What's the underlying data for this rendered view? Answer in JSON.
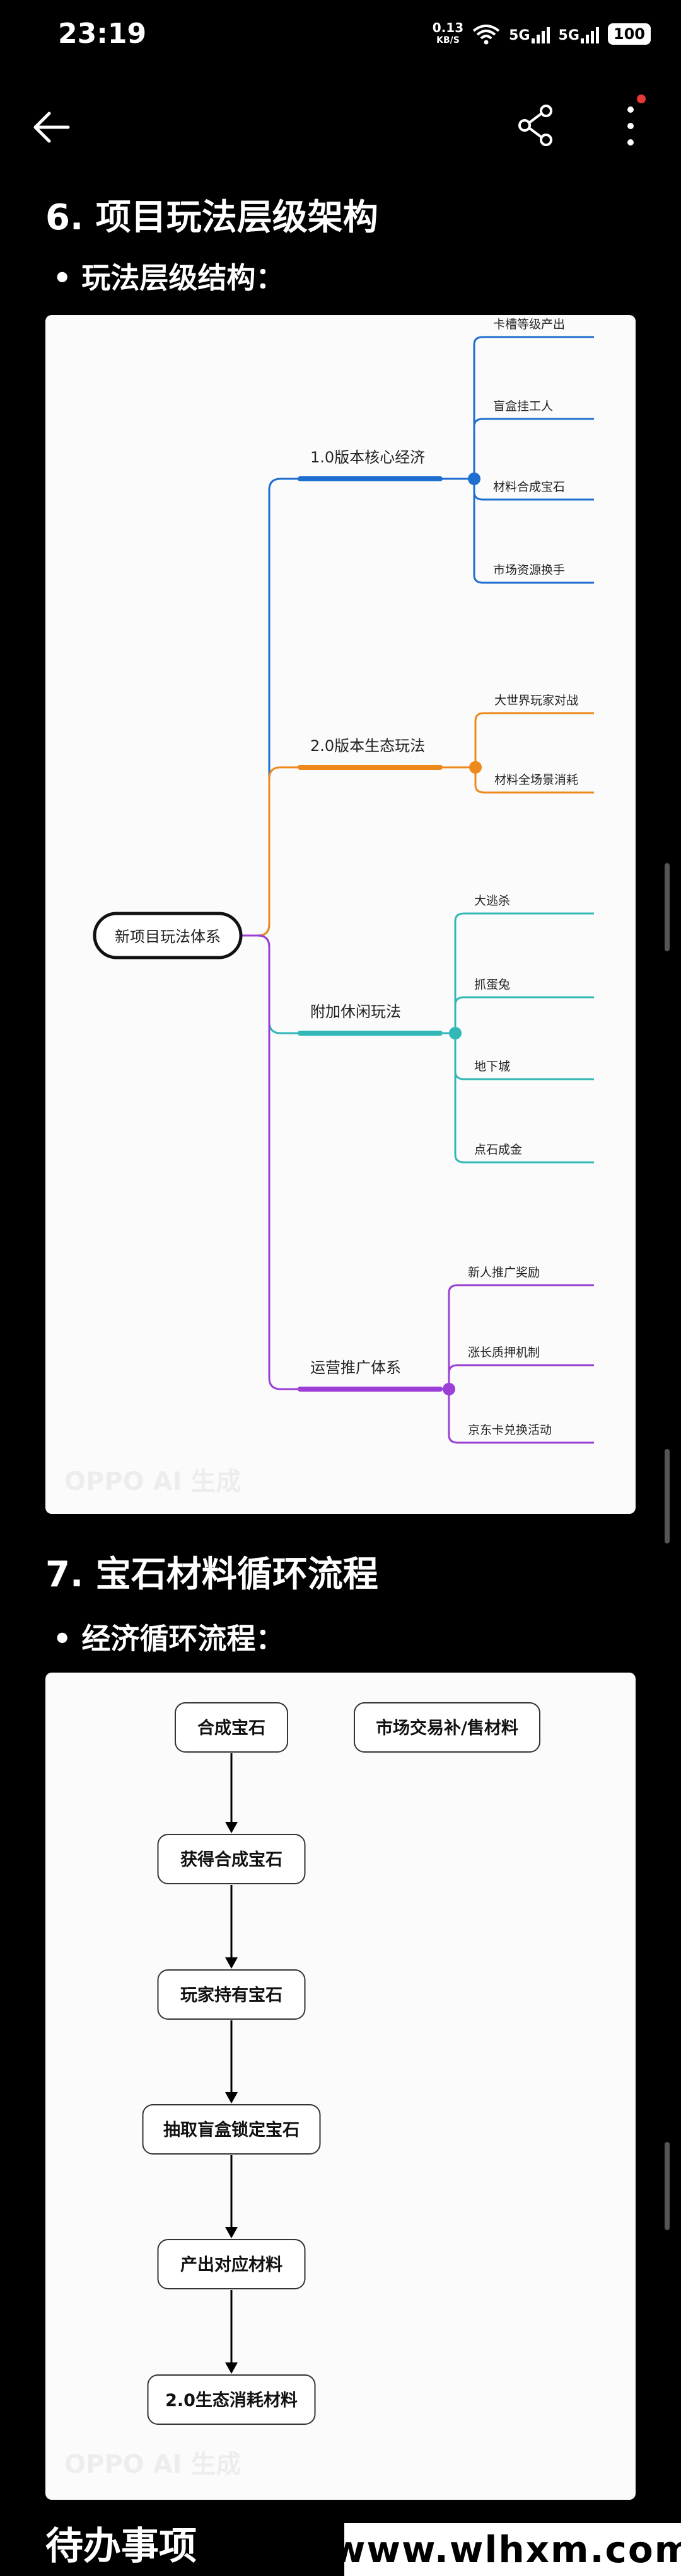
{
  "status_bar": {
    "time": "23:19",
    "net_speed_value": "0.13",
    "net_speed_unit": "KB/S",
    "sim1": "5G",
    "sim2": "5G",
    "battery": "100"
  },
  "sections": {
    "s6_title": "6. 项目玩法层级架构",
    "s6_subtitle": "• 玩法层级结构：",
    "s7_title": "7. 宝石材料循环流程",
    "s7_subtitle": "• 经济循环流程："
  },
  "mindmap": {
    "root": "新项目玩法体系",
    "branches": [
      {
        "label": "1.0版本核心经济",
        "color": "#1e6fd0",
        "leaves": [
          "卡槽等级产出",
          "盲盒挂工人",
          "材料合成宝石",
          "市场资源换手"
        ]
      },
      {
        "label": "2.0版本生态玩法",
        "color": "#ee8a1c",
        "leaves": [
          "大世界玩家对战",
          "材料全场景消耗"
        ]
      },
      {
        "label": "附加休闲玩法",
        "color": "#33b8b8",
        "leaves": [
          "大逃杀",
          "抓蛋兔",
          "地下城",
          "点石成金"
        ]
      },
      {
        "label": "运营推广体系",
        "color": "#9b3fd6",
        "leaves": [
          "新人推广奖励",
          "涨长质押机制",
          "京东卡兑换活动"
        ]
      }
    ],
    "watermark": "OPPO AI 生成"
  },
  "flowchart": {
    "steps": [
      "合成宝石",
      "获得合成宝石",
      "玩家持有宝石",
      "抽取盲盒锁定宝石",
      "产出对应材料",
      "2.0生态消耗材料"
    ],
    "side_node": "市场交易补/售材料",
    "watermark": "OPPO AI 生成"
  },
  "todo_title": "待办事项",
  "site_badge": "www.wlhxm.com"
}
